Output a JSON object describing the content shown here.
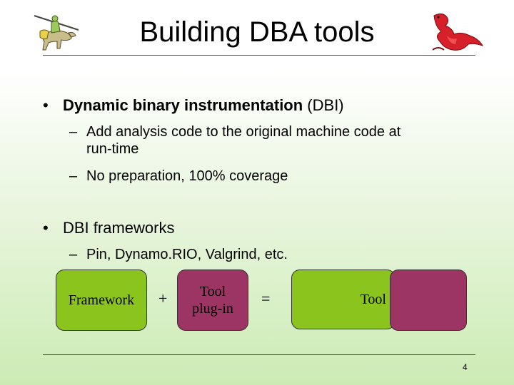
{
  "slide": {
    "title": "Building DBA tools",
    "page_number": "4"
  },
  "bullets": [
    {
      "bold": "Dynamic binary instrumentation",
      "rest": " (DBI)",
      "subs": [
        {
          "line1": "Add analysis code to the original machine code at",
          "line2": "run-time"
        },
        {
          "line1": "No preparation, 100% coverage"
        }
      ]
    },
    {
      "text": "DBI frameworks",
      "subs": [
        {
          "line1": "Pin, Dynamo.RIO, Valgrind, etc."
        }
      ]
    }
  ],
  "equation": {
    "framework": "Framework",
    "plus": "+",
    "plugin_line1": "Tool",
    "plugin_line2": "plug-in",
    "equals": "=",
    "result": "Tool"
  },
  "symbols": {
    "bullet": "•",
    "dash": "–"
  },
  "colors": {
    "framework_green": "#8cc41e",
    "plugin_purple": "#9c3563"
  },
  "icons": {
    "left": "knight-on-horse-icon",
    "right": "red-dragon-icon"
  }
}
